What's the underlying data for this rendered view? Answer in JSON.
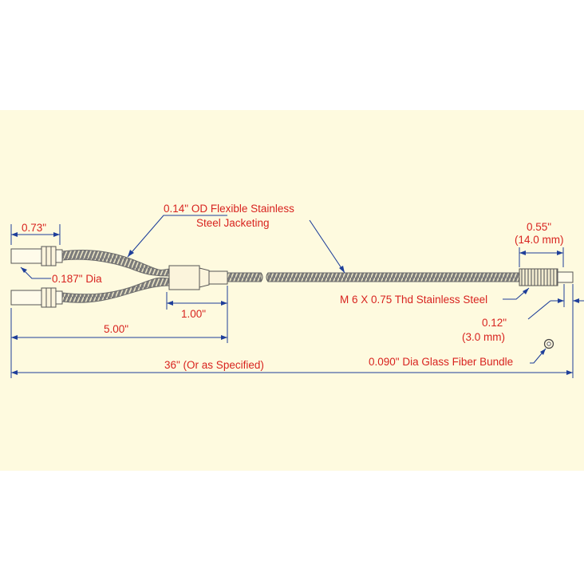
{
  "colors": {
    "panel": "#fefadf",
    "label_text": "#d8231f",
    "dimension_line": "#1f3f9a",
    "outline": "#555555"
  },
  "labels": {
    "dim_073": "0.73\"",
    "dia_0187": "0.187\" Dia",
    "jacket_line1": "0.14\" OD Flexible Stainless",
    "jacket_line2": "Steel Jacketing",
    "dim_055": "0.55\"",
    "dim_14mm": "(14.0 mm)",
    "thread": "M 6 X 0.75 Thd Stainless Steel",
    "dim_100": "1.00\"",
    "dim_012": "0.12\"",
    "dim_3mm": "(3.0 mm)",
    "dim_500": "5.00\"",
    "fiber": "0.090\" Dia Glass Fiber Bundle",
    "dim_36": "36\" (Or as Specified)"
  }
}
